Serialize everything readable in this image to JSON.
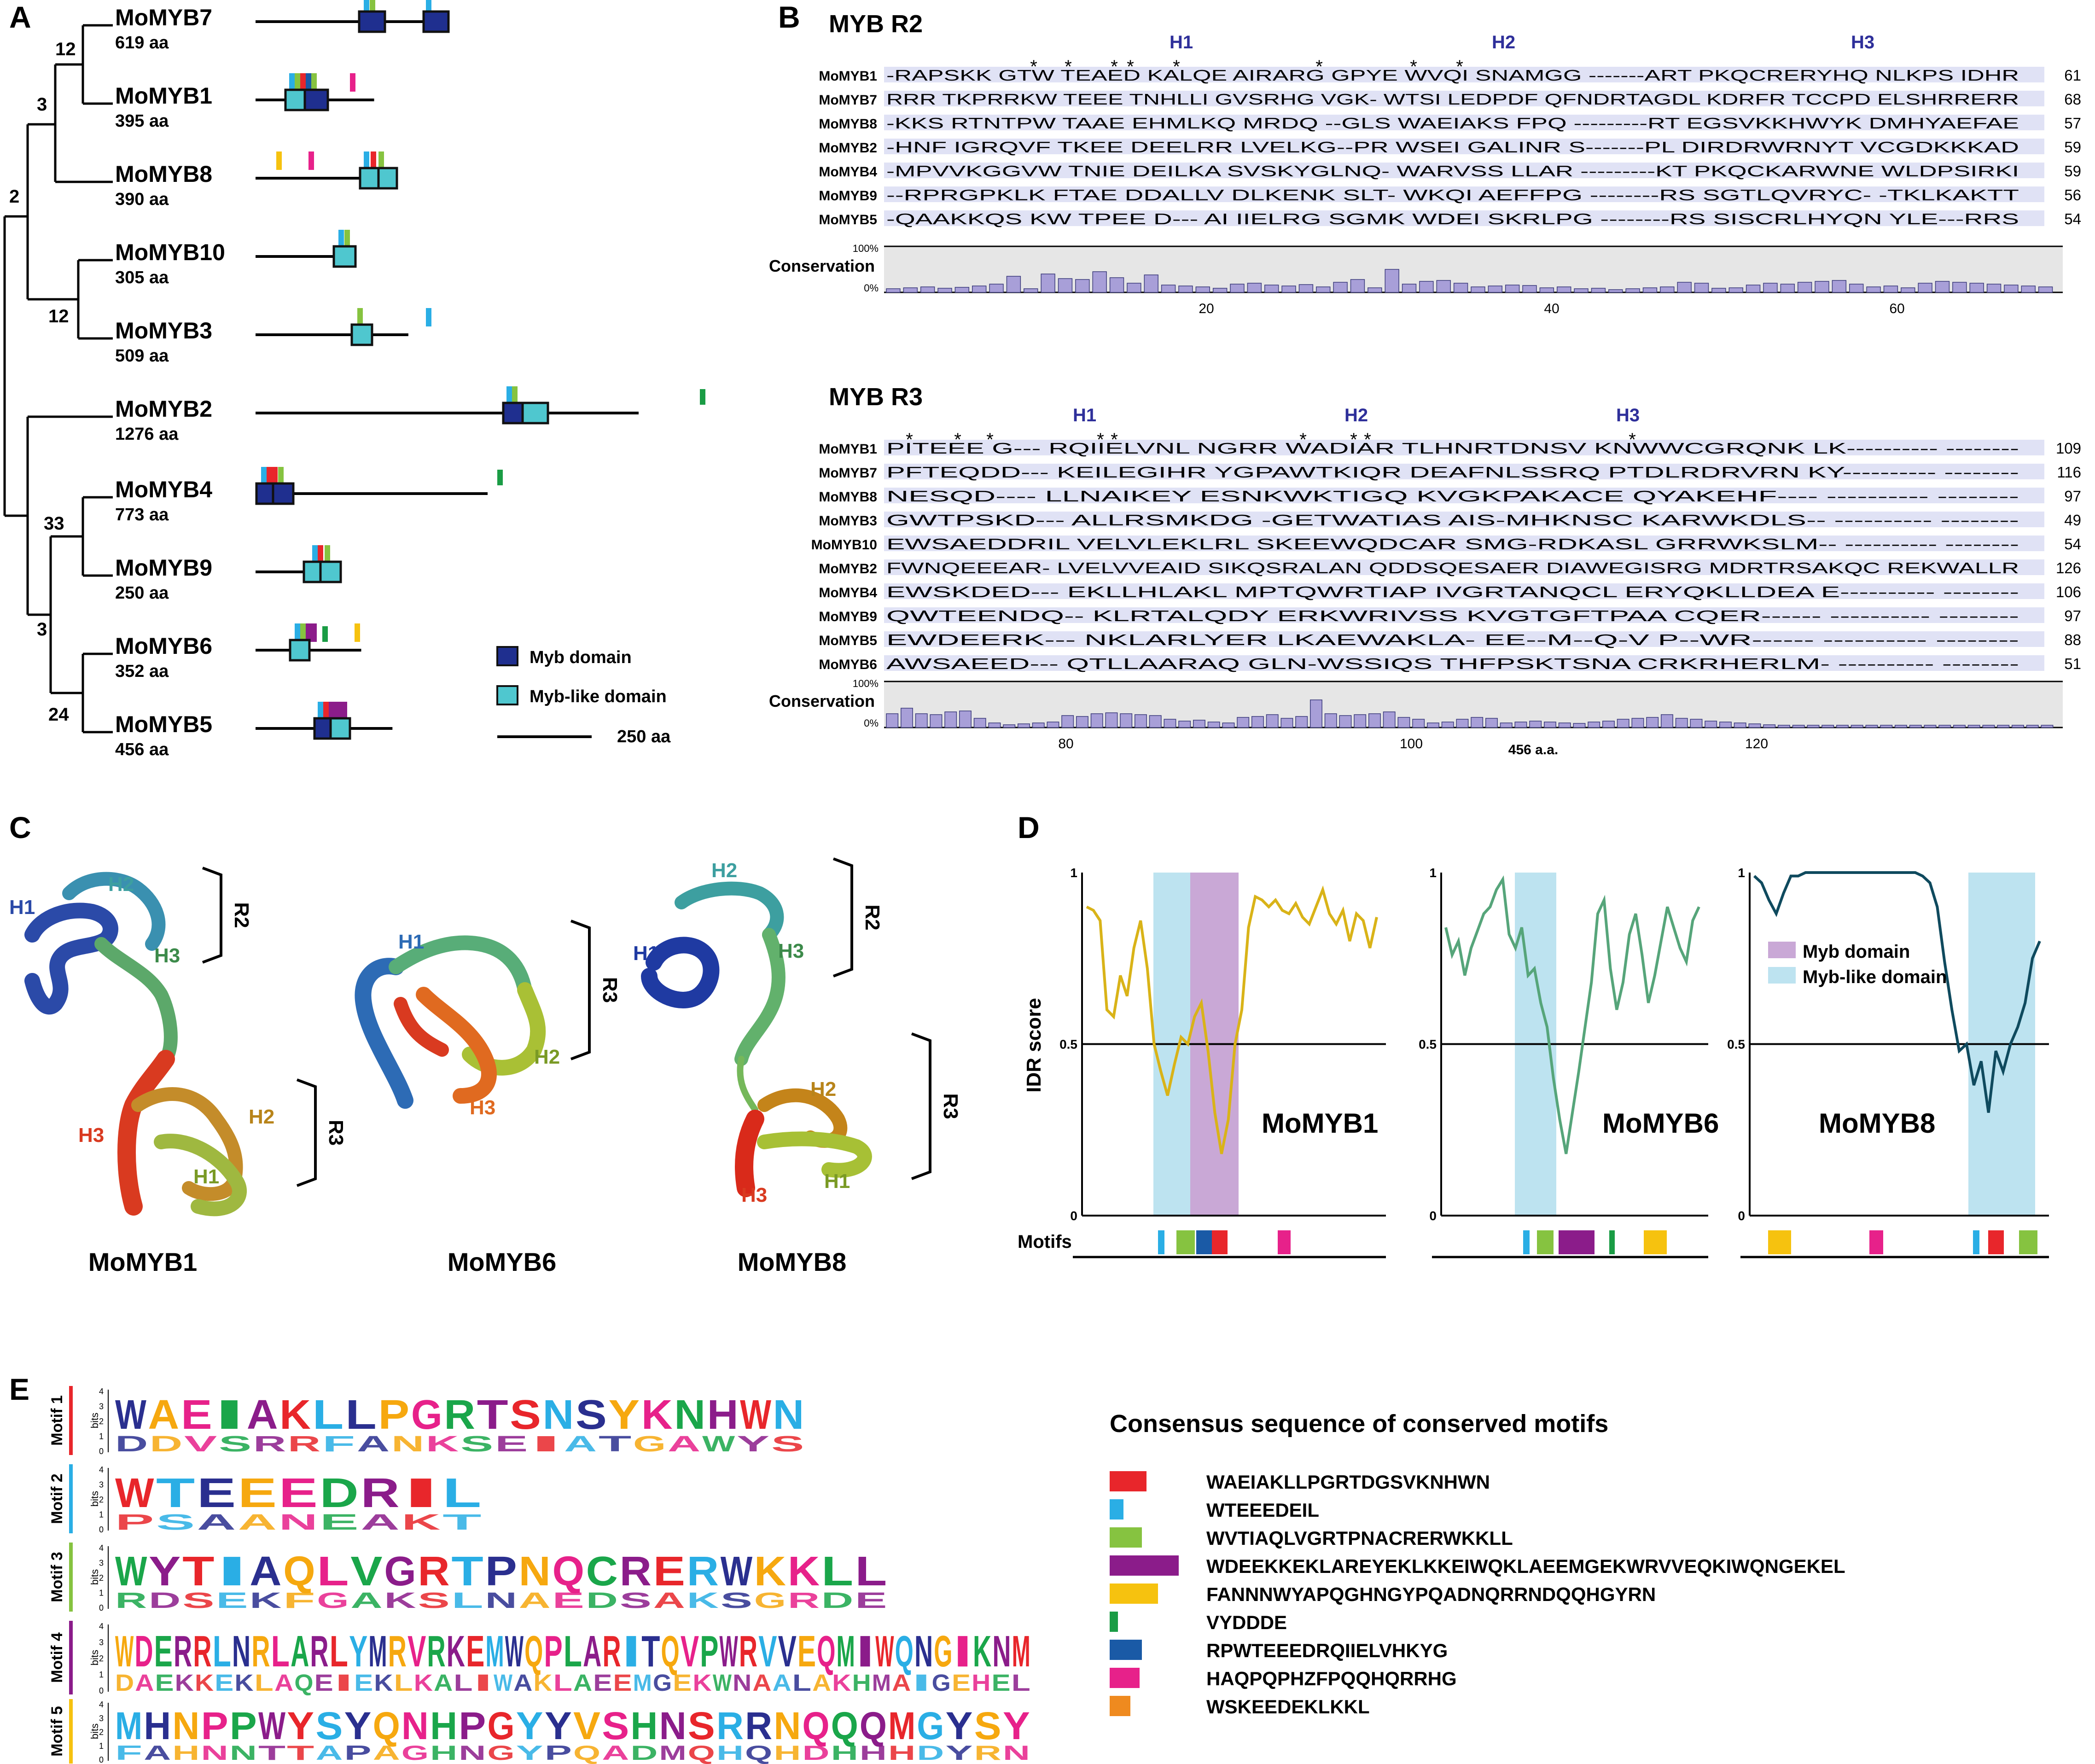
{
  "panels": {
    "A": "A",
    "B": "B",
    "C": "C",
    "D": "D",
    "E": "E"
  },
  "panel_a": {
    "proteins": [
      {
        "name": "MoMYB7",
        "length": "619 aa",
        "aa": 619
      },
      {
        "name": "MoMYB1",
        "length": "395 aa",
        "aa": 395
      },
      {
        "name": "MoMYB8",
        "length": "390 aa",
        "aa": 390
      },
      {
        "name": "MoMYB10",
        "length": "305 aa",
        "aa": 305
      },
      {
        "name": "MoMYB3",
        "length": "509 aa",
        "aa": 509
      },
      {
        "name": "MoMYB2",
        "length": "1276 aa",
        "aa": 1276
      },
      {
        "name": "MoMYB4",
        "length": "773 aa",
        "aa": 773
      },
      {
        "name": "MoMYB9",
        "length": "250 aa",
        "aa": 250
      },
      {
        "name": "MoMYB6",
        "length": "352 aa",
        "aa": 352
      },
      {
        "name": "MoMYB5",
        "length": "456 aa",
        "aa": 456
      }
    ],
    "bootstrap": [
      "12",
      "3",
      "2",
      "12",
      "33",
      "3",
      "24"
    ],
    "legend": {
      "myb": "Myb domain",
      "myb_like": "Myb-like domain",
      "scale": "250 aa"
    },
    "colors": {
      "myb": "#1f2f8f",
      "myb_like": "#4fc7cf"
    }
  },
  "panel_b": {
    "r2": {
      "title": "MYB R2",
      "helices": [
        "H1",
        "H2",
        "H3"
      ],
      "rows": [
        {
          "name": "MoMYB1",
          "seq": "-RAPSKK GTW TEAED KALQE AIRARG GPYE WVQI SNAMGG -------ART PKQCRERYHQ NLKPS IDHR",
          "end": "61"
        },
        {
          "name": "MoMYB7",
          "seq": "RRR TKPRRKW TEEE TNHLLI GVSRHG VGK- WTSI LEDPDF QFNDRTAGDL KDRFR TCCPD ELSHRRERR",
          "end": "68"
        },
        {
          "name": "MoMYB8",
          "seq": "-KKS RTNTPW TAAE EHMLKQ MRDQ --GLS WAEIAKS FPQ ---------RT EGSVKKHWYK DMHYAEFAE",
          "end": "57"
        },
        {
          "name": "MoMYB2",
          "seq": "-HNF IGRQVF TKEE DEELRR LVELKG--PR WSEI GALINR S-------PL DIRDRWRNYT VCGDKKKAD",
          "end": "59"
        },
        {
          "name": "MoMYB4",
          "seq": "-MPVVKGGVW TNIE DEILKA SVSKYGLNQ- WARVSS LLAR ---------KT PKQCKARWNE WLDPSIRKI",
          "end": "59"
        },
        {
          "name": "MoMYB9",
          "seq": "--RPRGPKLK FTAE DDALLV DLKENK SLT- WKQI AEFFPG --------RS SGTLQVRYC- -TKLKAKTT",
          "end": "56"
        },
        {
          "name": "MoMYB5",
          "seq": "-QAAKKQS KW TPEE D--- AI IIELRG SGMK WDEI SKRLPG --------RS SISCRLHYQN YLE---RRS",
          "end": "54"
        }
      ],
      "conservation_label": "Conservation",
      "pct_top": "100%",
      "pct_bottom": "0%",
      "ticks": [
        "20",
        "40",
        "60"
      ],
      "conservation": [
        8,
        10,
        12,
        9,
        11,
        14,
        18,
        35,
        8,
        40,
        30,
        28,
        45,
        32,
        20,
        38,
        16,
        14,
        12,
        9,
        18,
        20,
        16,
        14,
        17,
        12,
        22,
        28,
        10,
        50,
        18,
        24,
        26,
        20,
        12,
        14,
        16,
        15,
        10,
        12,
        8,
        9,
        6,
        8,
        10,
        12,
        22,
        20,
        9,
        10,
        16,
        20,
        18,
        22,
        24,
        26,
        18,
        12,
        14,
        10,
        20,
        24,
        22,
        20,
        18,
        16,
        14,
        12
      ]
    },
    "r3": {
      "title": "MYB R3",
      "helices": [
        "H1",
        "H2",
        "H3"
      ],
      "rows": [
        {
          "name": "MoMYB1",
          "seq": "PITEEE G--- RQIIELVNL NGRR WADIAR TLHNRTDNSV KNWWCGRQNK LK---------- --------",
          "end": "109"
        },
        {
          "name": "MoMYB7",
          "seq": "PFTEQDD--- KEILEGIHR YGPAWTKIQR DEAFNLSSRQ PTDLRDRVRN KY---------- --------",
          "end": "116"
        },
        {
          "name": "MoMYB8",
          "seq": "NESQD---- LLNAIKEY ESNKWKTIGQ KVGKPAKACE QYAKEHF---- ---------- --------",
          "end": "97"
        },
        {
          "name": "MoMYB3",
          "seq": "GWTPSKD--- ALLRSMKDG -GETWATIAS AIS-MHKNSC KARWKDLS-- ---------- --------",
          "end": "49"
        },
        {
          "name": "MoMYB10",
          "seq": "EWSAEDDRIL VELVLEKLRL SKEEWQDCAR SMG-RDKASL GRRWKSLM-- ---------- --------",
          "end": "54"
        },
        {
          "name": "MoMYB2",
          "seq": "FWNQEEEAR- LVELVVEAID SIKQSRALAN QDDSQESAER DIAWEGISRG MDRTRSAKQC REKWALLR",
          "end": "126"
        },
        {
          "name": "MoMYB4",
          "seq": "EWSKDED--- EKLLHLAKL MPTQWRTIAP IVGRTANQCL ERYQKLLDEA E---------- --------",
          "end": "106"
        },
        {
          "name": "MoMYB9",
          "seq": "QWTEENDQ-- KLRTALQDY ERKWRIVSS KVGTGFTPAA CQER------ ---------- --------",
          "end": "97"
        },
        {
          "name": "MoMYB5",
          "seq": "EWDEERK--- NKLARLYER LKAEWAKLA- EE--M--Q-V P--WR------ ---------- --------",
          "end": "88"
        },
        {
          "name": "MoMYB6",
          "seq": "AWSAEED--- QTLLAARAQ GLN-WSSIQS THFPSKTSNA CRKRHERLM- ---------- --------",
          "end": "51"
        }
      ],
      "conservation_label": "Conservation",
      "pct_top": "100%",
      "pct_bottom": "0%",
      "ticks": [
        "80",
        "100",
        "120"
      ],
      "axis_note": "456 a.a.",
      "conservation": [
        30,
        42,
        30,
        28,
        34,
        36,
        20,
        10,
        6,
        8,
        10,
        12,
        26,
        24,
        30,
        32,
        30,
        28,
        26,
        18,
        14,
        16,
        12,
        10,
        22,
        24,
        28,
        20,
        24,
        60,
        30,
        26,
        28,
        30,
        34,
        22,
        18,
        10,
        12,
        18,
        22,
        20,
        10,
        12,
        14,
        12,
        10,
        9,
        12,
        14,
        18,
        20,
        22,
        28,
        20,
        18,
        14,
        12,
        10,
        8,
        6,
        5,
        5,
        5,
        5,
        5,
        5,
        5,
        5,
        5,
        5,
        5,
        5,
        5,
        5,
        5,
        5,
        5,
        5,
        5
      ]
    }
  },
  "panel_c": {
    "labels": [
      "MoMYB1",
      "MoMYB6",
      "MoMYB8"
    ],
    "helix_labels": {
      "h1": "H1",
      "h2": "H2",
      "h3": "H3"
    },
    "repeat_labels": {
      "r2": "R2",
      "r3": "R3"
    }
  },
  "panel_d": {
    "ylabel": "IDR score",
    "yticks": [
      "1",
      "0.5",
      "0"
    ],
    "motifs_label": "Motifs",
    "legend": {
      "myb": "Myb domain",
      "myb_like": "Myb-like domain"
    },
    "plots": [
      {
        "name": "MoMYB1",
        "color": "#d9b318",
        "values": [
          0.9,
          0.89,
          0.86,
          0.6,
          0.58,
          0.7,
          0.64,
          0.78,
          0.86,
          0.72,
          0.5,
          0.42,
          0.35,
          0.44,
          0.52,
          0.5,
          0.58,
          0.62,
          0.48,
          0.3,
          0.18,
          0.28,
          0.5,
          0.6,
          0.84,
          0.93,
          0.92,
          0.9,
          0.92,
          0.89,
          0.88,
          0.91,
          0.87,
          0.85,
          0.9,
          0.95,
          0.88,
          0.85,
          0.89,
          0.8,
          0.88,
          0.86,
          0.78,
          0.87
        ]
      },
      {
        "name": "MoMYB6",
        "color": "#56a57a",
        "values": [
          0.84,
          0.76,
          0.8,
          0.7,
          0.78,
          0.83,
          0.88,
          0.9,
          0.95,
          0.98,
          0.82,
          0.78,
          0.84,
          0.7,
          0.72,
          0.62,
          0.55,
          0.4,
          0.28,
          0.18,
          0.3,
          0.42,
          0.55,
          0.68,
          0.88,
          0.92,
          0.72,
          0.6,
          0.68,
          0.82,
          0.88,
          0.76,
          0.62,
          0.7,
          0.8,
          0.9,
          0.84,
          0.78,
          0.74,
          0.86,
          0.9
        ]
      },
      {
        "name": "MoMYB8",
        "color": "#0f4a5e",
        "values": [
          0.99,
          0.97,
          0.92,
          0.88,
          0.94,
          0.99,
          0.99,
          1,
          1,
          1,
          1,
          1,
          1,
          1,
          1,
          1,
          1,
          1,
          1,
          1,
          1,
          1,
          1,
          0.99,
          0.97,
          0.9,
          0.74,
          0.6,
          0.48,
          0.5,
          0.38,
          0.45,
          0.3,
          0.48,
          0.42,
          0.5,
          0.55,
          0.62,
          0.75,
          0.8
        ]
      }
    ]
  },
  "panel_e": {
    "title": "Consensus sequence of conserved motifs",
    "bits_label": "bits",
    "motifs": [
      {
        "label": "Motif 1",
        "color": "#e8262b",
        "consensus": "WAEIAKLLPGRTDGSVKNHWN",
        "top": "WAEIAKLLPGRTSNSYKNHWN",
        "bottom": "DDVSRRFANKSEIATGAWYS"
      },
      {
        "label": "Motif 2",
        "color": "#2aaee5",
        "consensus": "WTEEEDEIL",
        "top": "WTEEEDRIL",
        "bottom": "PSAANEAKT"
      },
      {
        "label": "Motif 3",
        "color": "#86c340",
        "consensus": "WVTIAQLVGRTPNACRERWKKLL",
        "top": "WYTIAQLVGRTPNQCRERWKKLL",
        "bottom": "RDSEKFGAKSLNAEDSAKSGRDE"
      },
      {
        "label": "Motif 4",
        "color": "#8b1c8a",
        "consensus": "WDEEKKEKLAREYEKLKKEIWQKLAEEMGEKWRVVEQKIWQNGEKEL",
        "top": "WDERRLNRLARLYMRVRKEMWQPLARITQVPWRVVEQMIWQNGIKNM",
        "bottom": "DAEKKEKLAQEIEKLKALIWAKLAEEMGEKWNAALAKHMAIGEHEL"
      },
      {
        "label": "Motif 5",
        "color": "#f6c20f",
        "consensus": "FANNNWYAPQGHNGYPQADNQRRNDQQHGYRN",
        "top": "MHNPPWYSYQNHPGYYVSHNSRRNQQQMGYSY",
        "bottom": "FAHNNTTAPAGHNGYPQADMQHQHDHHHDYRN"
      },
      {
        "label": "",
        "color": "#1a9c45",
        "consensus": "VYDDDE"
      },
      {
        "label": "",
        "color": "#1a5aa6",
        "consensus": "RPWTEEEDRQIIELVHKYG"
      },
      {
        "label": "",
        "color": "#e7218a",
        "consensus": "HAQPQPHZFPQQHQRRHG"
      },
      {
        "label": "",
        "color": "#ef8a1f",
        "consensus": "WSKEEDEKLKKL"
      }
    ]
  }
}
